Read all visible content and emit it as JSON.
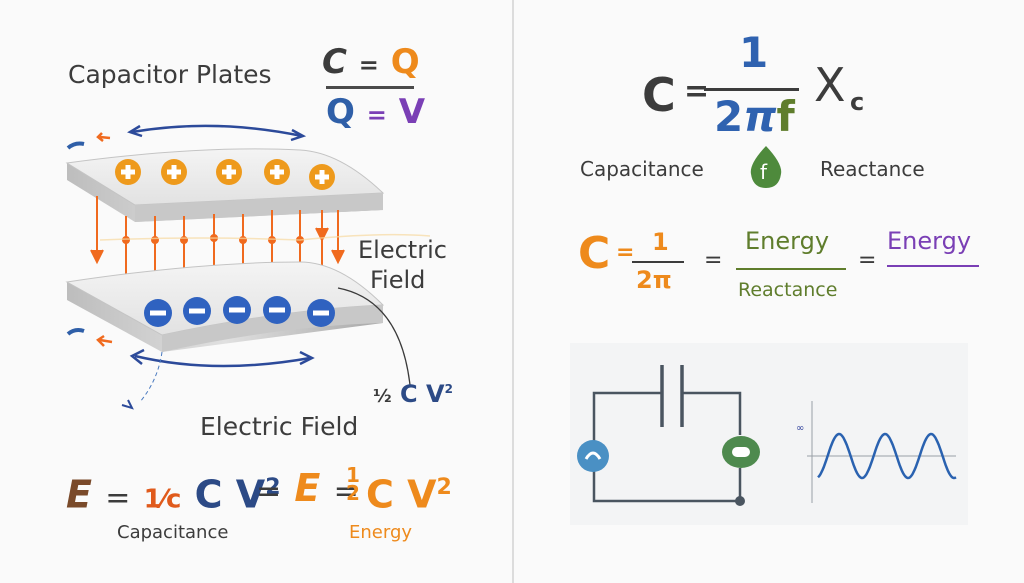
{
  "colors": {
    "dark": "#3c3c3c",
    "orange": "#ee8a1c",
    "blue": "#2f5fa8",
    "navy": "#2c4a86",
    "purple": "#7a3fb5",
    "green": "#5f7d2c",
    "leaf_green": "#4e8a3c",
    "brown": "#7a4a2a",
    "red_orange": "#e05a1c",
    "field_orange": "#f06a1e",
    "circuit": "#4a5560",
    "source_blue": "#4a90c4",
    "meter_green": "#4e8a4e",
    "wave_blue": "#2a62b0"
  },
  "left": {
    "title": "Capacitor Plates",
    "formula_top": {
      "c": "C",
      "eq": "=",
      "q": "Q"
    },
    "formula_bottom": {
      "q": "Q",
      "eq": "=",
      "v": "V"
    },
    "plus_charges": [
      "+",
      "+",
      "+",
      "+",
      "+"
    ],
    "minus_charges": [
      "−",
      "−",
      "−",
      "−",
      "−"
    ],
    "field_label_line1": "Electric",
    "field_label_line2": "Field",
    "half_cv2": {
      "frac": "½",
      "c": "C",
      "v": "V",
      "exp": "2"
    },
    "bottom_label": "Electric Field",
    "energy_eq": {
      "e1": "E",
      "eq1": "=",
      "frac1": "1⁄c",
      "c1": "C",
      "v1": "V",
      "exp1": "2",
      "eq2": "=",
      "e2": "E",
      "eq3": "=",
      "frac2_num": "1",
      "frac2_den": "2",
      "c2": "C",
      "v2": "V",
      "exp2": "2"
    },
    "caption_left": "Capacitance",
    "caption_right": "Energy"
  },
  "right": {
    "main_formula": {
      "c": "C",
      "eq": "=",
      "num": "1",
      "den_2": "2",
      "den_pi": "π",
      "den_f": "f",
      "x": "X",
      "sub": "c"
    },
    "label_capacitance": "Capacitance",
    "leaf_letter": "f",
    "label_reactance": "Reactance",
    "second_formula": {
      "c": "C",
      "eq1": "=",
      "num": "1",
      "den": "2π",
      "eq2": "=",
      "energy1": "Energy",
      "reactance": "Reactance",
      "eq3": "=",
      "energy2": "Energy"
    },
    "wave_axis_label": "∞",
    "wave_cycles": 3
  }
}
